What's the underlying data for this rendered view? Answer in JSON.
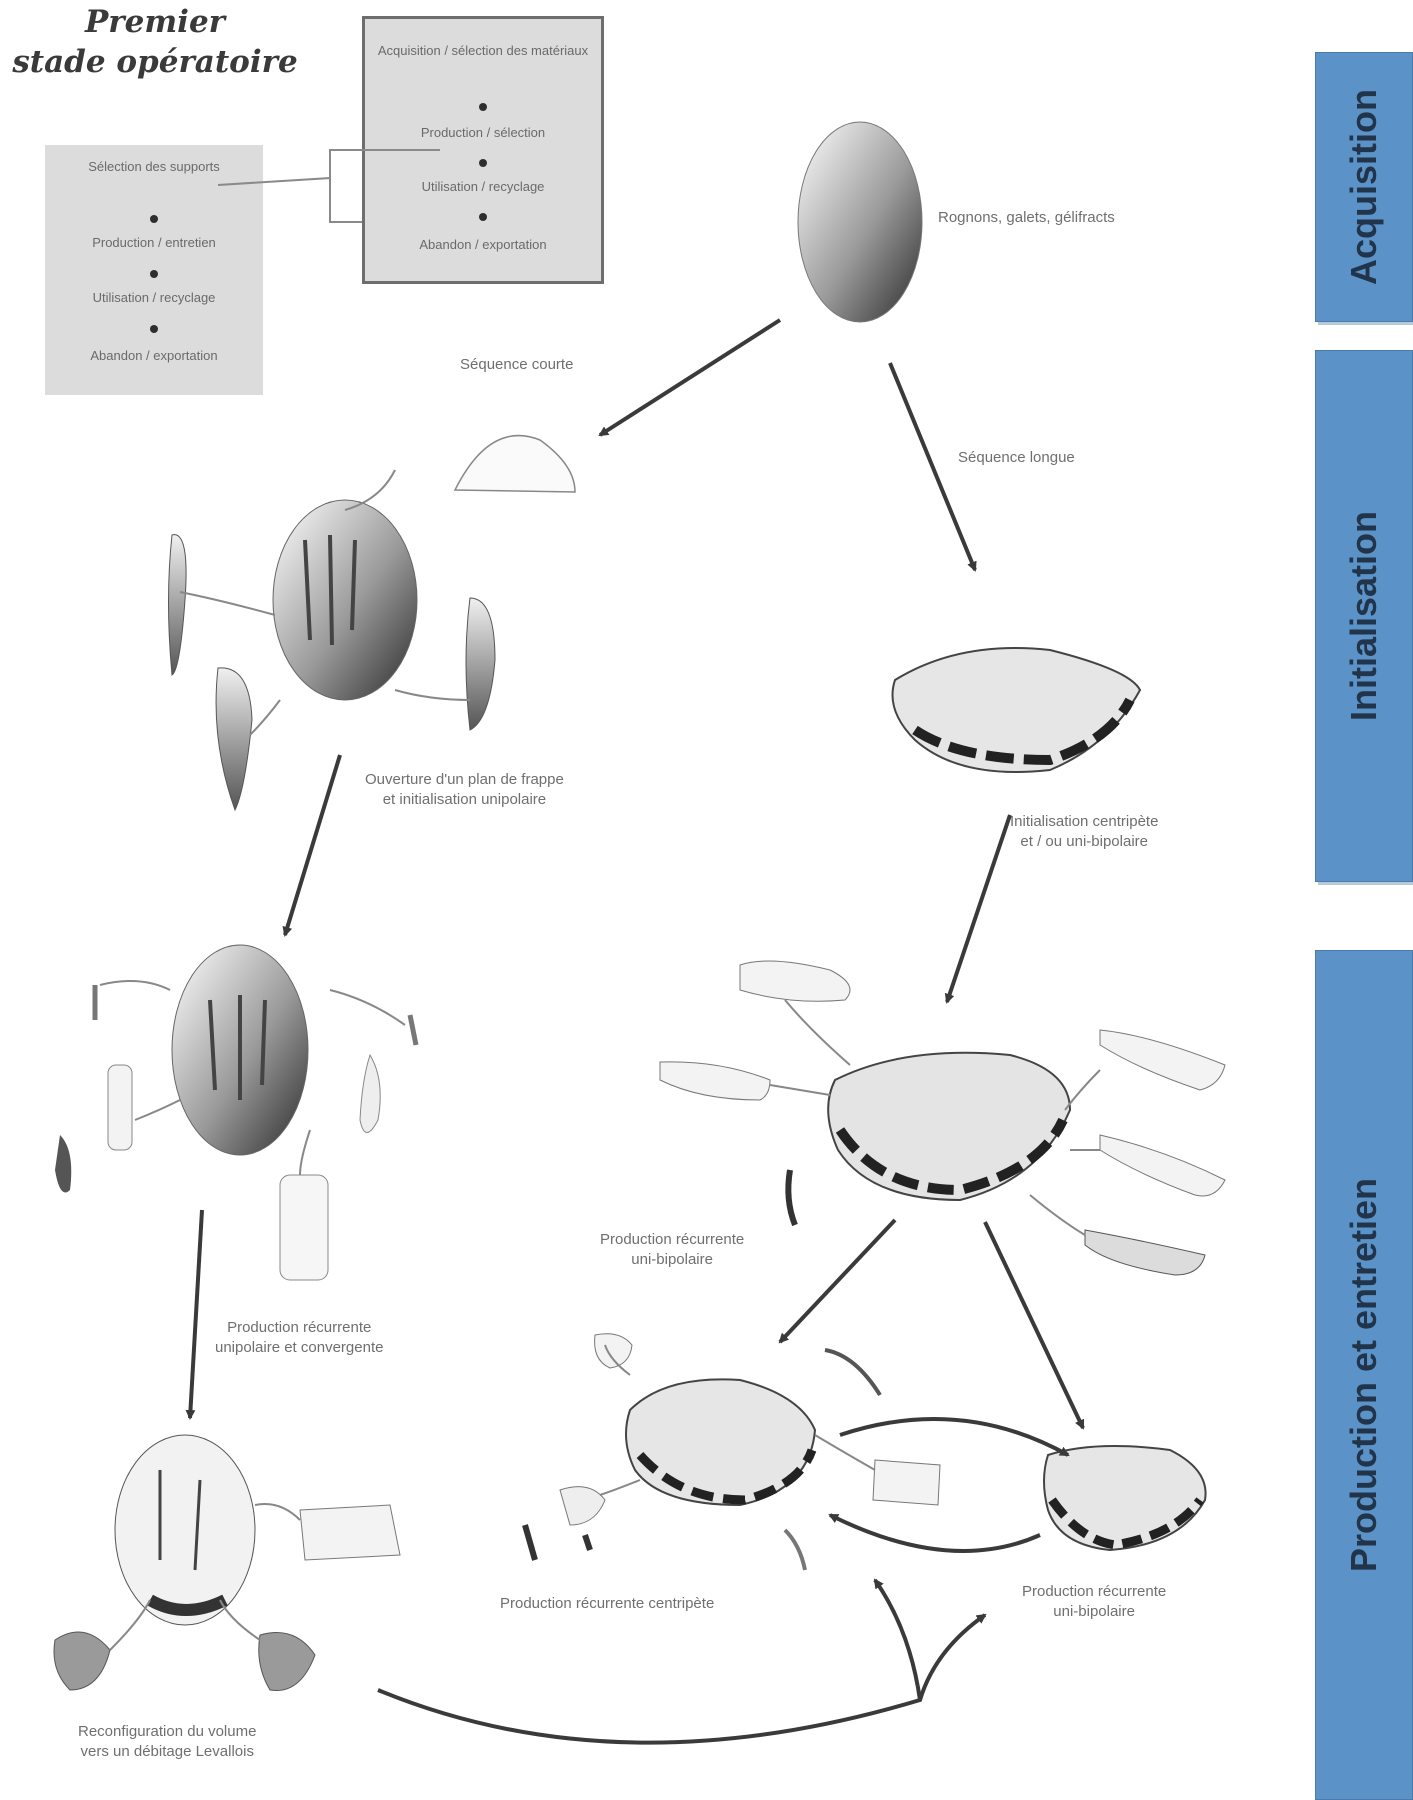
{
  "title": [
    "Premier",
    "stade opératoire"
  ],
  "box_left": [
    "Sélection des supports",
    "Production / entretien",
    "Utilisation / recyclage",
    "Abandon / exportation"
  ],
  "box_right": [
    "Acquisition / sélection des matériaux",
    "Production / sélection",
    "Utilisation / recyclage",
    "Abandon / exportation"
  ],
  "phases": [
    "Acquisition",
    "Initialisation",
    "Production et entretien"
  ],
  "labels": {
    "supports": "Rognons, galets, gélifracts",
    "seq_short": "Séquence courte",
    "seq_long": "Séquence longue",
    "ouverture": [
      "Ouverture d'un plan de frappe",
      "et initialisation unipolaire"
    ],
    "init_centripete": [
      "Initialisation centripète",
      "et / ou uni-bipolaire"
    ],
    "prod_uni_bipolaire": [
      "Production récurrente",
      "uni-bipolaire"
    ],
    "prod_unipolaire_conv": [
      "Production récurrente",
      "unipolaire et convergente"
    ],
    "prod_centripete": "Production récurrente centripète",
    "prod_uni_bipolaire_2": [
      "Production récurrente",
      "uni-bipolaire"
    ],
    "reconfig": [
      "Reconfiguration du volume",
      "vers un débitage Levallois"
    ]
  },
  "colors": {
    "phase_fill": "#5b93c9",
    "phase_text": "#22344a",
    "box_fill": "#dcdcdc"
  }
}
